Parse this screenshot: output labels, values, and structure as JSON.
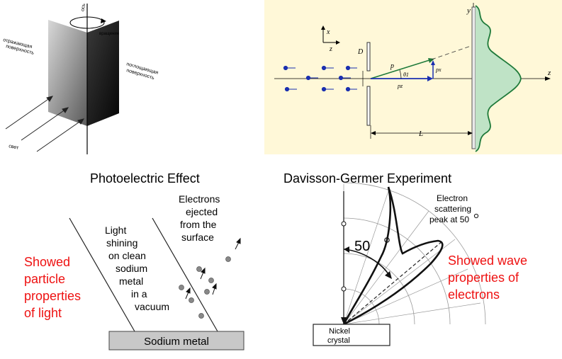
{
  "top_left": {
    "label_axis": "ось",
    "label_rotation": "вращение",
    "label_reflecting": [
      "отражающая",
      "поверхность"
    ],
    "label_absorbing": [
      "поглощающая",
      "поверхность"
    ],
    "label_light": "свет"
  },
  "top_right": {
    "axis_x": "x",
    "axis_y": "y",
    "axis_z_small": "z",
    "axis_z": "z",
    "slit_label": "D",
    "momentum_p": "p",
    "momentum_pz": "pz",
    "momentum_px": "px",
    "angle_label": "θ1",
    "distance_label": "L",
    "background": "#fff8d8",
    "curve_color": "#1e7a3a",
    "fill_color": "#bfe3c6"
  },
  "photoelectric": {
    "title": "Photoelectric Effect",
    "light_text": [
      "Light",
      "shining",
      "on clean",
      "sodium",
      "metal",
      "in a",
      "vacuum"
    ],
    "electrons_text": [
      "Electrons",
      "ejected",
      "from the",
      "surface"
    ],
    "side_note": [
      "Showed",
      "particle",
      "properties",
      "of light"
    ],
    "metal_label": "Sodium metal",
    "note_color": "#ee1111"
  },
  "davisson": {
    "title": "Davisson-Germer Experiment",
    "peak_text": [
      "Electron",
      "scattering",
      "peak at 50"
    ],
    "angle": "50",
    "crystal_label": [
      "Nickel",
      "crystal"
    ],
    "side_note": [
      "Showed wave",
      "properties of",
      "electrons"
    ],
    "note_color": "#ee1111"
  }
}
